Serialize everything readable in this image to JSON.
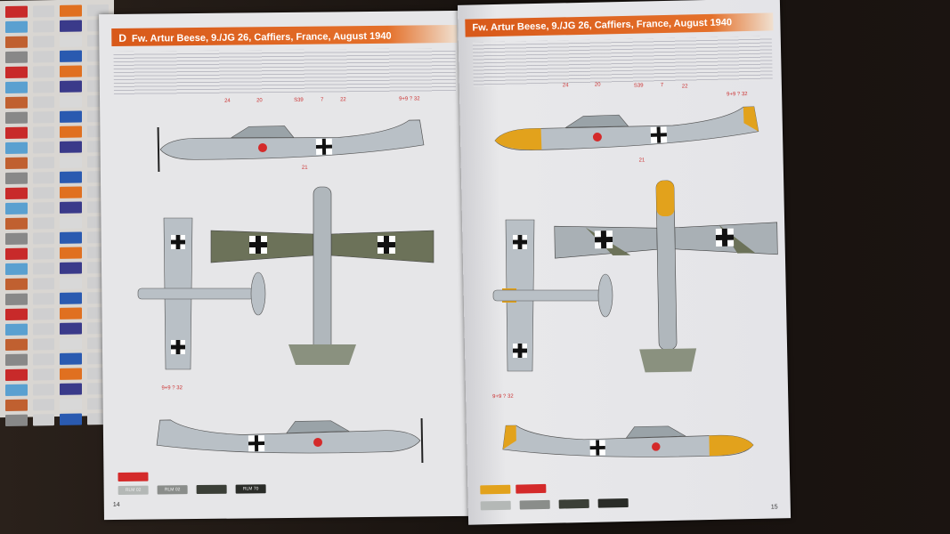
{
  "left_page": {
    "letter": "D",
    "title": "Fw. Artur Beese, 9./JG 26, Caffiers, France, August 1940",
    "page_number": "14",
    "callouts": [
      "24",
      "20",
      "S39",
      "7",
      "22",
      "9+9 ? 32",
      "21"
    ],
    "paints": [
      {
        "label": "RLM 02",
        "color": "#b4b8b6"
      },
      {
        "label": "RLM 02",
        "color": "#8a8d8a"
      },
      {
        "label": "",
        "color": "#3b3f37"
      },
      {
        "label": "RLM 70",
        "color": "#2a2c28"
      }
    ],
    "red_swatch": "#d42a2a"
  },
  "right_page": {
    "title": "Fw. Artur Beese, 9./JG 26, Caffiers, France, August 1940",
    "page_number": "15",
    "callouts": [
      "24",
      "20",
      "S39",
      "7",
      "22",
      "9+9 ? 32",
      "21"
    ]
  },
  "colors": {
    "yellow": "#e2a21c",
    "grey": "#b9c0c6",
    "green": "#5d6450",
    "orange": "#d8591a"
  }
}
